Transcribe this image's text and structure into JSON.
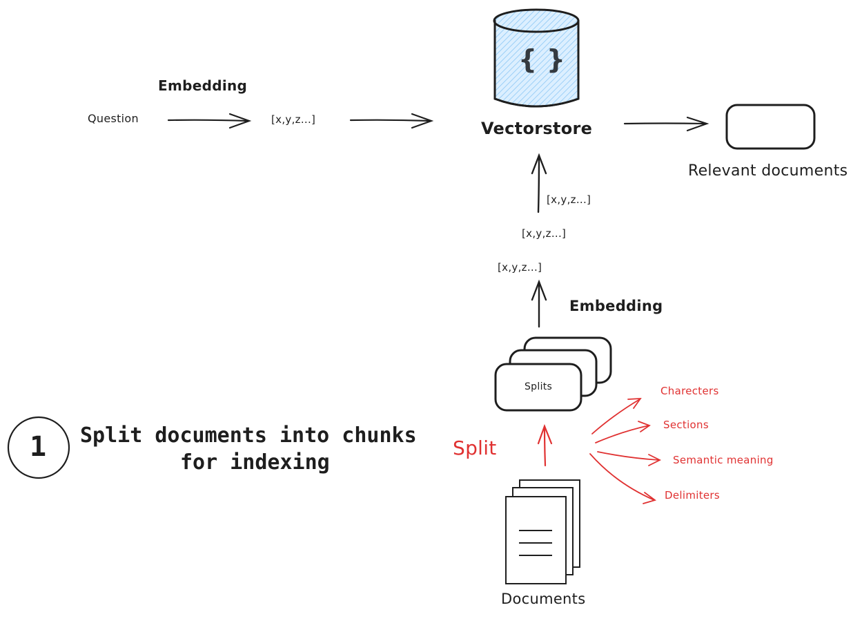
{
  "query_flow": {
    "question": "Question",
    "embedding_label": "Embedding",
    "vector": "[x,y,z...]",
    "vectorstore_label": "Vectorstore",
    "vectorstore_icon": "curly-braces-icon",
    "relevant_documents": "Relevant documents"
  },
  "index_flow": {
    "vectors": [
      "[x,y,z...]",
      "[x,y,z...]",
      "[x,y,z...]"
    ],
    "embedding_label": "Embedding",
    "splits_label": "Splits",
    "split_label": "Split",
    "documents_label": "Documents",
    "split_methods": [
      "Charecters",
      "Sections",
      "Semantic meaning",
      "Delimiters"
    ]
  },
  "step": {
    "number": "1",
    "title_line1": "Split documents into chunks",
    "title_line2": "for indexing"
  },
  "colors": {
    "ink": "#1e1e1e",
    "accent_red": "#e03131",
    "store_fill": "#a5d8ff"
  }
}
